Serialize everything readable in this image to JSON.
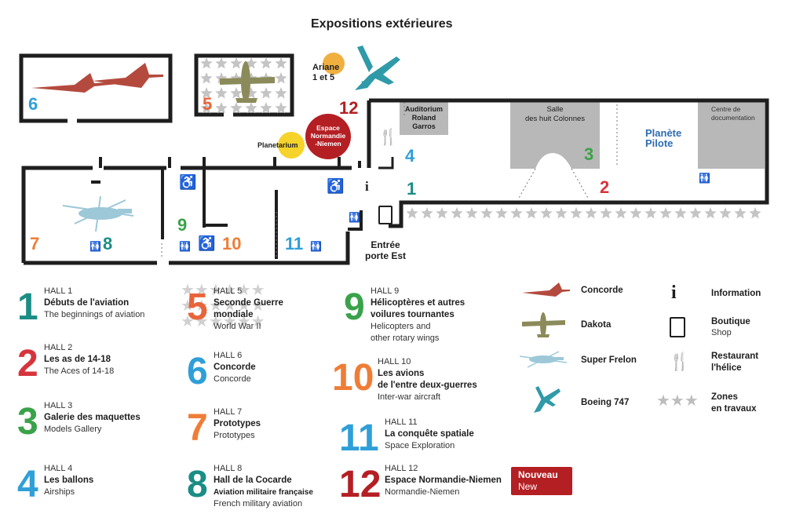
{
  "title": "Expositions extérieures",
  "colors": {
    "hall1": "#1a8d85",
    "hall2": "#d6343c",
    "hall3": "#3aa24a",
    "hall4": "#2f9fd8",
    "hall5": "#e8643a",
    "hall6": "#2f9fd8",
    "hall7": "#ef7d36",
    "hall8": "#1a8d85",
    "hall9": "#3aa24a",
    "hall10": "#ef7d36",
    "hall11": "#2f9fd8",
    "hall12": "#b41f24",
    "walls": "#1e1e1e",
    "rooms_grey": "#b8b8b8",
    "stars": "#bdbdbd",
    "ariane_yellow": "#f5d32b",
    "ariane_orange": "#f0b040",
    "boeing_teal": "#2f9aa8",
    "concorde_red": "#b44a3e",
    "dakota_olive": "#8b8a5a",
    "frelon_blue": "#9cc8d8",
    "planete_blue": "#2f6db0"
  },
  "map": {
    "ariane_label": "Ariane\n1 et 5",
    "planetarium_label": "Planetarium",
    "espace_label": "Espace\nNormandie\n-Niemen",
    "auditorium_label": "Auditorium\nRoland\nGarros",
    "salle_label": "Salle\ndes huit Colonnes",
    "centre_label": "Centre de\ndocumentation",
    "planete_label": "Planète\nPilote",
    "entree_label": "Entrée\nporte Est",
    "hall_numbers": {
      "h1": "1",
      "h2": "2",
      "h3": "3",
      "h4": "4",
      "h5": "5",
      "h6": "6",
      "h7": "7",
      "h8": "8",
      "h9": "9",
      "h10": "10",
      "h11": "11",
      "h12": "12"
    }
  },
  "legend": [
    {
      "num": "1",
      "hall": "HALL 1",
      "fr": "Débuts de l'aviation",
      "en": "The beginnings of aviation",
      "color": "#1a8d85"
    },
    {
      "num": "2",
      "hall": "HALL 2",
      "fr": "Les as de 14-18",
      "en": "The Aces of 14-18",
      "color": "#d6343c"
    },
    {
      "num": "3",
      "hall": "HALL 3",
      "fr": "Galerie des maquettes",
      "en": "Models Gallery",
      "color": "#3aa24a"
    },
    {
      "num": "4",
      "hall": "HALL 4",
      "fr": "Les ballons",
      "en": "Airships",
      "color": "#2f9fd8"
    },
    {
      "num": "5",
      "hall": "HALL 5",
      "fr": "Seconde Guerre\nmondiale",
      "en": "World War II",
      "color": "#e8643a"
    },
    {
      "num": "6",
      "hall": "HALL 6",
      "fr": "Concorde",
      "en": "Concorde",
      "color": "#2f9fd8"
    },
    {
      "num": "7",
      "hall": "HALL 7",
      "fr": "Prototypes",
      "en": "Prototypes",
      "color": "#ef7d36"
    },
    {
      "num": "8",
      "hall": "HALL 8",
      "fr": "Hall de la Cocarde",
      "fr2": "Aviation militaire française",
      "en": "French military aviation",
      "color": "#1a8d85"
    },
    {
      "num": "9",
      "hall": "HALL 9",
      "fr": "Hélicoptères et autres\nvoilures tournantes",
      "en": "Helicopters and\nother rotary wings",
      "color": "#3aa24a"
    },
    {
      "num": "10",
      "hall": "HALL 10",
      "fr": "Les avions\nde l'entre deux-guerres",
      "en": "Inter-war aircraft",
      "color": "#ef7d36"
    },
    {
      "num": "11",
      "hall": "HALL 11",
      "fr": "La conquête spatiale",
      "en": "Space Exploration",
      "color": "#2f9fd8"
    },
    {
      "num": "12",
      "hall": "HALL 12",
      "fr": "Espace Normandie-Niemen",
      "en": "Normandie-Niemen",
      "color": "#b41f24"
    }
  ],
  "nouveau": {
    "fr": "Nouveau",
    "en": "New"
  },
  "key": [
    {
      "label": "Concorde",
      "icon": "concorde-icon"
    },
    {
      "label": "Dakota",
      "icon": "dakota-icon"
    },
    {
      "label": "Super Frelon",
      "icon": "super-frelon-icon"
    },
    {
      "label": "Boeing 747",
      "icon": "boeing-747-icon"
    },
    {
      "label": "Information",
      "icon": "information-icon"
    },
    {
      "label": "Boutique",
      "en": "Shop",
      "icon": "shopping-bag-icon"
    },
    {
      "label": "Restaurant\nl'hélice",
      "icon": "fork-knife-icon"
    },
    {
      "label": "Zones\nen travaux",
      "icon": "stars-icon"
    }
  ]
}
